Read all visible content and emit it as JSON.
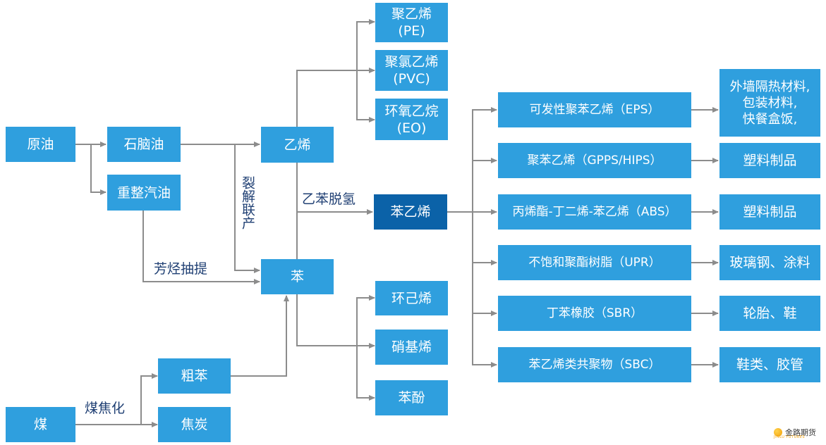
{
  "nodes": {
    "crude_oil": "原油",
    "naphtha": "石脑油",
    "reformed_gasoline": "重整汽油",
    "ethylene": "乙烯",
    "benzene": "苯",
    "pe": "聚乙烯\n(PE)",
    "pvc": "聚氯乙烯\n(PVC)",
    "eo": "环氧乙烷\n(EO)",
    "styrene": "苯乙烯",
    "cyclohexene": "环己烯",
    "nitro": "硝基烯",
    "phenol": "苯酚",
    "crude_benzene": "粗苯",
    "coal": "煤",
    "coke": "焦炭",
    "eps": "可发性聚苯乙烯（EPS）",
    "gpps": "聚苯乙烯（GPPS/HIPS）",
    "abs": "丙烯酯-丁二烯-苯乙烯（ABS）",
    "upr": "不饱和聚酯树脂（UPR）",
    "sbr": "丁苯橡胶（SBR）",
    "sbc": "苯乙烯类共聚物（SBC）",
    "use_eps": "外墙隔热材料,\n包装材料,\n快餐盒饭,",
    "use_gpps": "塑料制品",
    "use_abs": "塑料制品",
    "use_upr": "玻璃钢、涂料",
    "use_sbr": "轮胎、鞋",
    "use_sbc": "鞋类、胶管"
  },
  "labels": {
    "cracking": "裂解联产",
    "aromatic_extraction": "芳烃抽提",
    "ethylbenzene_dehydrogenation": "乙苯脱氢",
    "coal_coking": "煤焦化"
  },
  "watermark": {
    "text": "金路期货",
    "sub": "JINLU FUTURES"
  },
  "colors": {
    "box": "#2f9fde",
    "highlight_box": "#0b62a8",
    "line": "#8c8c8c",
    "label": "#1f3f73"
  }
}
